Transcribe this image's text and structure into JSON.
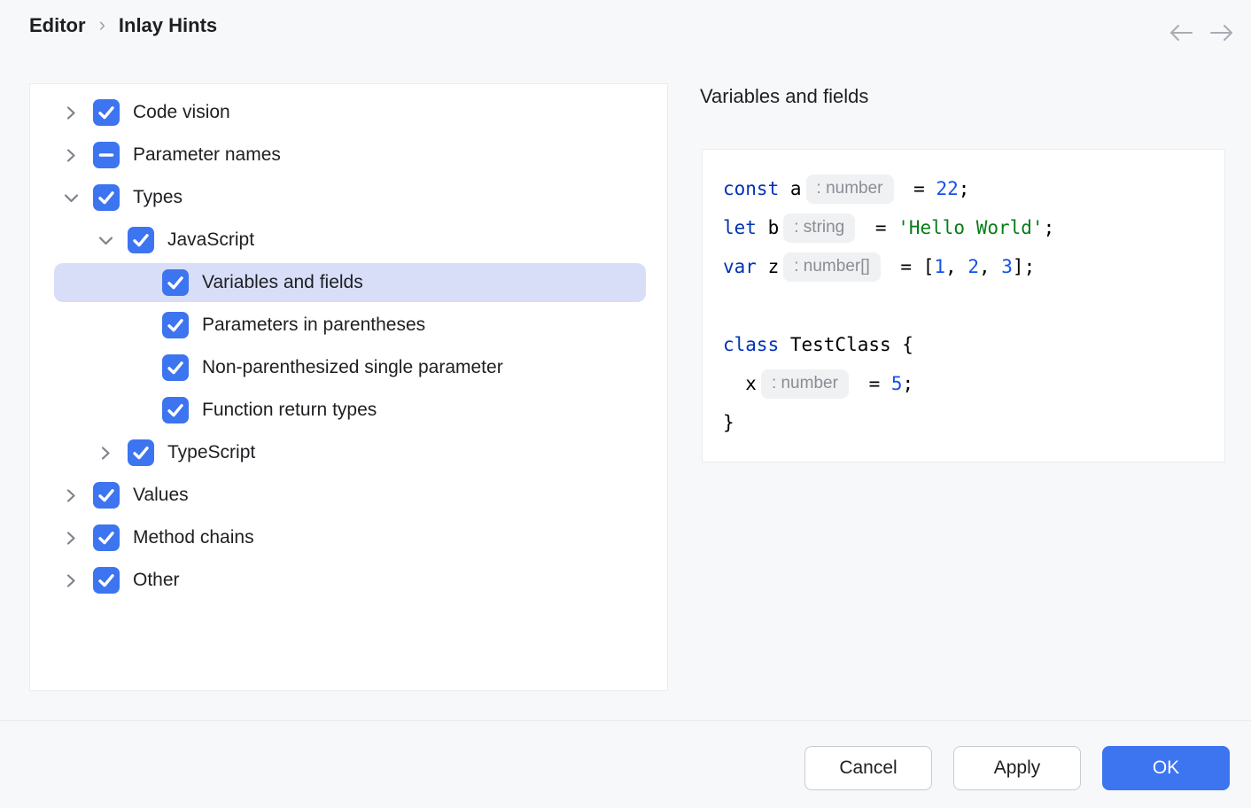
{
  "breadcrumb": {
    "items": [
      "Editor",
      "Inlay Hints"
    ],
    "separator": "›"
  },
  "nav": {
    "back_icon": "left-arrow",
    "forward_icon": "right-arrow"
  },
  "tree": {
    "items": [
      {
        "label": "Code vision",
        "level": 0,
        "chevron": "collapsed",
        "state": "checked",
        "selected": false
      },
      {
        "label": "Parameter names",
        "level": 0,
        "chevron": "collapsed",
        "state": "indeterminate",
        "selected": false
      },
      {
        "label": "Types",
        "level": 0,
        "chevron": "expanded",
        "state": "checked",
        "selected": false
      },
      {
        "label": "JavaScript",
        "level": 1,
        "chevron": "expanded",
        "state": "checked",
        "selected": false
      },
      {
        "label": "Variables and fields",
        "level": 2,
        "chevron": "none",
        "state": "checked",
        "selected": true
      },
      {
        "label": "Parameters in parentheses",
        "level": 2,
        "chevron": "none",
        "state": "checked",
        "selected": false
      },
      {
        "label": "Non-parenthesized single parameter",
        "level": 2,
        "chevron": "none",
        "state": "checked",
        "selected": false
      },
      {
        "label": "Function return types",
        "level": 2,
        "chevron": "none",
        "state": "checked",
        "selected": false
      },
      {
        "label": "TypeScript",
        "level": 1,
        "chevron": "collapsed",
        "state": "checked",
        "selected": false
      },
      {
        "label": "Values",
        "level": 0,
        "chevron": "collapsed",
        "state": "checked",
        "selected": false
      },
      {
        "label": "Method chains",
        "level": 0,
        "chevron": "collapsed",
        "state": "checked",
        "selected": false
      },
      {
        "label": "Other",
        "level": 0,
        "chevron": "collapsed",
        "state": "checked",
        "selected": false
      }
    ]
  },
  "detail": {
    "title": "Variables and fields"
  },
  "code": {
    "lines": [
      [
        {
          "t": "kw",
          "v": "const"
        },
        {
          "t": "plain",
          "v": " a"
        },
        {
          "t": "hint",
          "v": ": number"
        },
        {
          "t": "plain",
          "v": " = "
        },
        {
          "t": "num",
          "v": "22"
        },
        {
          "t": "plain",
          "v": ";"
        }
      ],
      [
        {
          "t": "kw",
          "v": "let"
        },
        {
          "t": "plain",
          "v": " b"
        },
        {
          "t": "hint",
          "v": ": string"
        },
        {
          "t": "plain",
          "v": " = "
        },
        {
          "t": "str",
          "v": "'Hello World'"
        },
        {
          "t": "plain",
          "v": ";"
        }
      ],
      [
        {
          "t": "kw",
          "v": "var"
        },
        {
          "t": "plain",
          "v": " z"
        },
        {
          "t": "hint",
          "v": ": number[]"
        },
        {
          "t": "plain",
          "v": " = ["
        },
        {
          "t": "num",
          "v": "1"
        },
        {
          "t": "plain",
          "v": ", "
        },
        {
          "t": "num",
          "v": "2"
        },
        {
          "t": "plain",
          "v": ", "
        },
        {
          "t": "num",
          "v": "3"
        },
        {
          "t": "plain",
          "v": "];"
        }
      ],
      [],
      [
        {
          "t": "kw",
          "v": "class"
        },
        {
          "t": "plain",
          "v": " TestClass {"
        }
      ],
      [
        {
          "t": "plain",
          "v": "  x"
        },
        {
          "t": "hint",
          "v": ": number"
        },
        {
          "t": "plain",
          "v": " = "
        },
        {
          "t": "num",
          "v": "5"
        },
        {
          "t": "plain",
          "v": ";"
        }
      ],
      [
        {
          "t": "plain",
          "v": "}"
        }
      ]
    ]
  },
  "footer": {
    "buttons": [
      {
        "label": "Cancel",
        "variant": "secondary"
      },
      {
        "label": "Apply",
        "variant": "secondary"
      },
      {
        "label": "OK",
        "variant": "primary"
      }
    ]
  },
  "colors": {
    "accent": "#3D74F0",
    "selection_background": "#D8DEF8",
    "keyword": "#0033B3",
    "number": "#1750EB",
    "string": "#067D17",
    "hint_foreground": "#8A8D93",
    "hint_background": "#F0F1F3",
    "panel_border": "#EBECF0",
    "page_background": "#F7F8FA"
  }
}
